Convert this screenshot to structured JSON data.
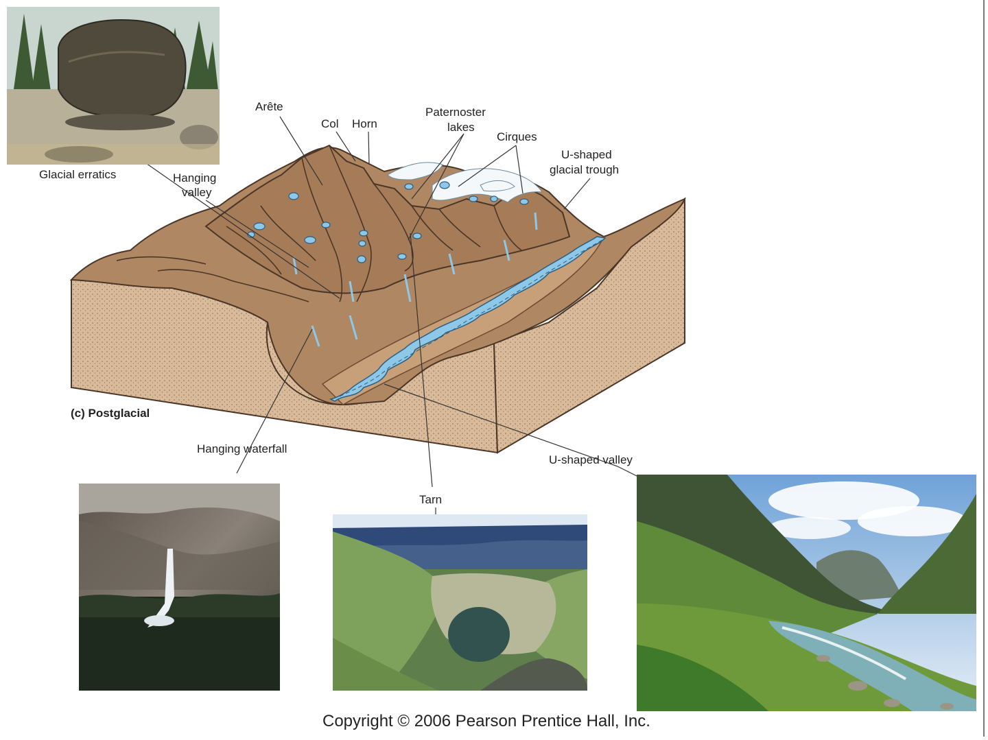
{
  "diagram": {
    "panel_label": "(c) Postglacial",
    "labels": {
      "arete": "Arête",
      "col": "Col",
      "horn": "Horn",
      "paternoster_line1": "Paternoster",
      "paternoster_line2": "lakes",
      "cirques": "Cirques",
      "u_trough_line1": "U-shaped",
      "u_trough_line2": "glacial trough",
      "glacial_erratics": "Glacial erratics",
      "hanging_valley_line1": "Hanging",
      "hanging_valley_line2": "valley",
      "hanging_waterfall": "Hanging waterfall",
      "u_shaped_valley": "U-shaped valley",
      "tarn": "Tarn"
    },
    "photos": [
      "glacial-erratic-photo",
      "hanging-waterfall-photo",
      "tarn-photo",
      "u-shaped-valley-photo"
    ]
  },
  "copyright": "Copyright © 2006 Pearson Prentice Hall, Inc.",
  "colors": {
    "rock": "#a9805e",
    "rock_dark": "#6e4a30",
    "soil": "#dbbe9e",
    "water": "#8ec8e8",
    "snow": "#f4f8fb"
  }
}
